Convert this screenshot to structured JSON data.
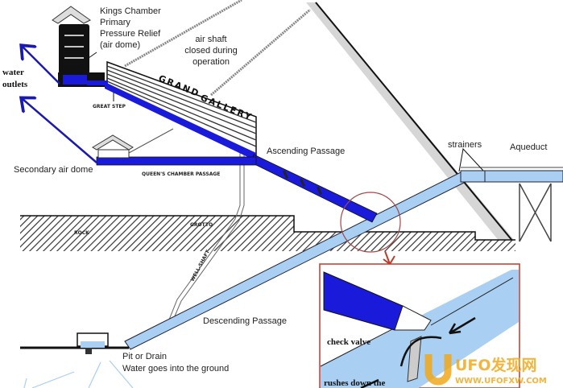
{
  "labels": {
    "kings_chamber": [
      "Kings Chamber",
      "Primary",
      "Pressure Relief",
      "(air dome)"
    ],
    "air_shaft": [
      "air shaft",
      "closed during",
      "operation"
    ],
    "water_outlets": [
      "water",
      "outlets"
    ],
    "grand_gallery": [
      "GRAND",
      "GALLERY"
    ],
    "great_step": "GREAT STEP",
    "secondary_air_dome": "Secondary air dome",
    "queens_chamber_passage": "QUEEN'S CHAMBER PASSAGE",
    "ascending_passage": "Ascending Passage",
    "strainers": "strainers",
    "aqueduct": "Aqueduct",
    "rock": "ROCK",
    "grotto": "GROTTO",
    "well_shaft": "WELL-SHAFT",
    "descending_passage": "Descending Passage",
    "pit": [
      "Pit or Drain",
      "Water goes into the ground"
    ],
    "inset_text": [
      "check valve",
      "rushes down the"
    ]
  },
  "watermark": {
    "brand": "UFO发现网",
    "url": "WWW.UFOFXW.COM"
  },
  "colors": {
    "water_dark": "#1a1adb",
    "water_light": "#a9cff2",
    "highlight": "#c0392b"
  }
}
